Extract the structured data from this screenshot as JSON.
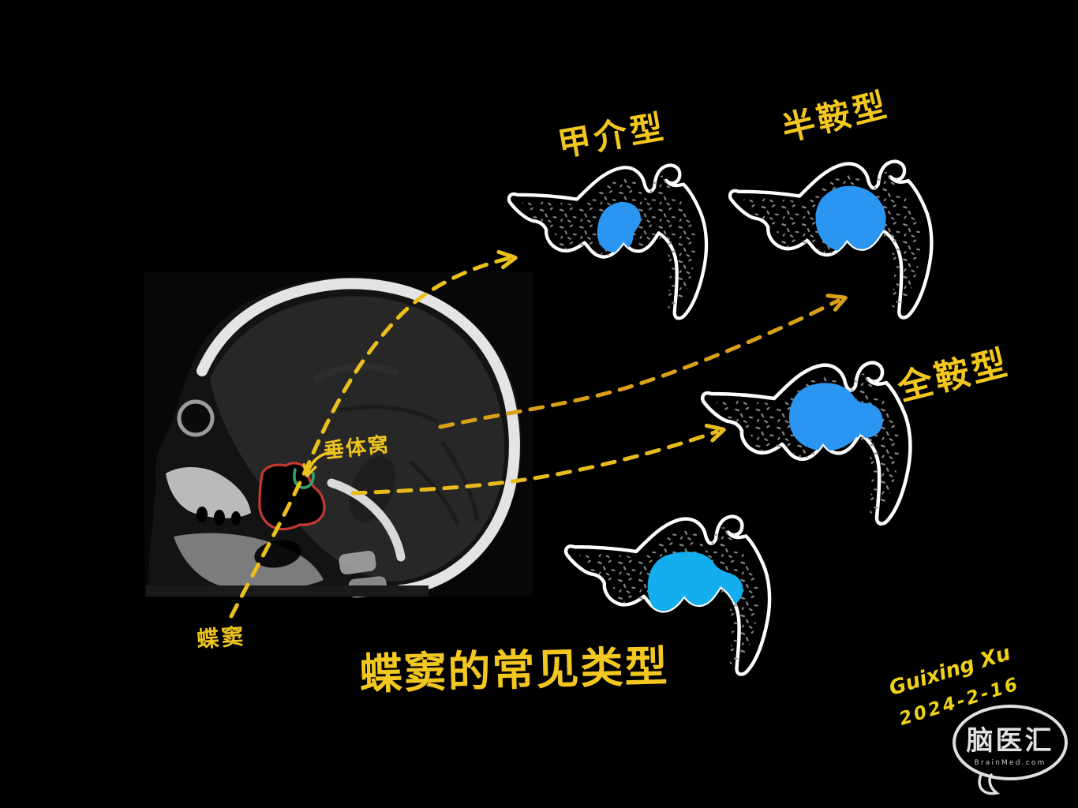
{
  "colors": {
    "background": "#000000",
    "accent_yellow": "#f2c71f",
    "arrow_gold": "#daa118",
    "sinus_blue": "#2b96f2",
    "sinus_blue_light": "#14adee",
    "ct_sinus_outline_red": "#c23b32",
    "ct_fossa_outline_green": "#35a06b",
    "bone_outline_white": "#ffffff"
  },
  "ct": {
    "pituitary_fossa_label": "垂体窝",
    "sphenoid_sinus_label": "蝶窦"
  },
  "diagrams": [
    {
      "label": "甲介型"
    },
    {
      "label": "半鞍型"
    },
    {
      "label": "全鞍型"
    },
    {
      "label": ""
    }
  ],
  "title": "蝶窦的常见类型",
  "signature": {
    "author": "Guixing Xu",
    "date": "2024-2-16"
  },
  "watermark": {
    "brand": "脑医汇",
    "site": "BrainMed.com"
  }
}
